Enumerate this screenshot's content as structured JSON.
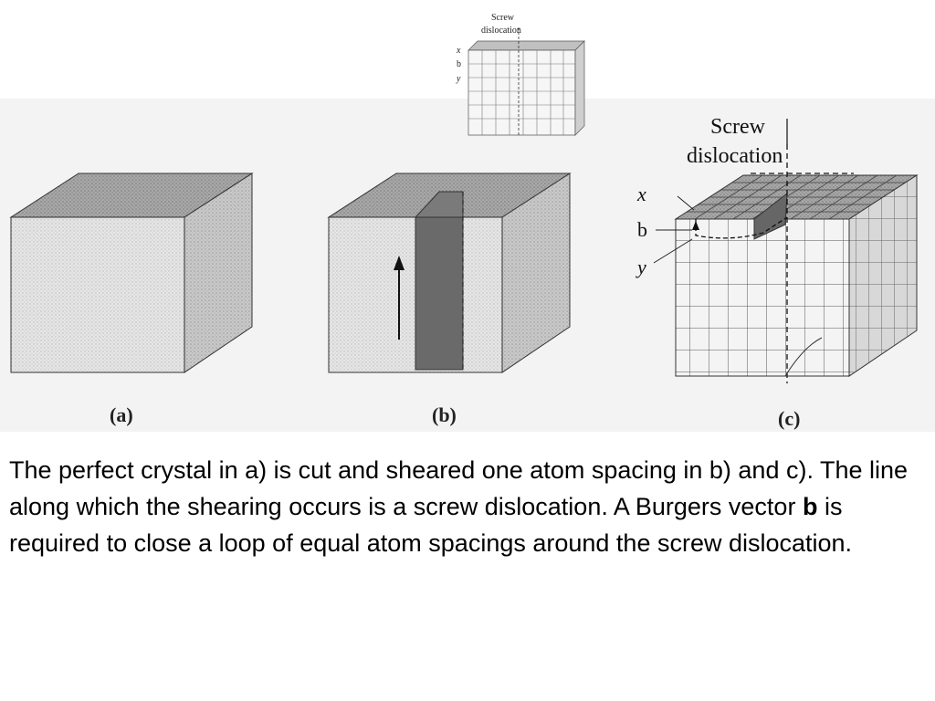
{
  "figure": {
    "small_inset_label_1": "Screw",
    "small_inset_label_2": "dislocation",
    "small_inset_x": "x",
    "small_inset_b": "b",
    "small_inset_y": "y",
    "label_screw": "Screw",
    "label_dislocation": "dislocation",
    "label_x": "x",
    "label_b": "b",
    "label_y": "y",
    "panel_a": "(a)",
    "panel_b": "(b)",
    "panel_c": "(c)"
  },
  "caption": {
    "part1": "The perfect crystal in a) is cut and sheared one atom spacing in b) and c).  The line along which the shearing occurs is a screw dislocation.  A Burgers vector ",
    "bold": "b",
    "part2": " is required to close a loop of equal atom spacings around the screw dislocation."
  }
}
